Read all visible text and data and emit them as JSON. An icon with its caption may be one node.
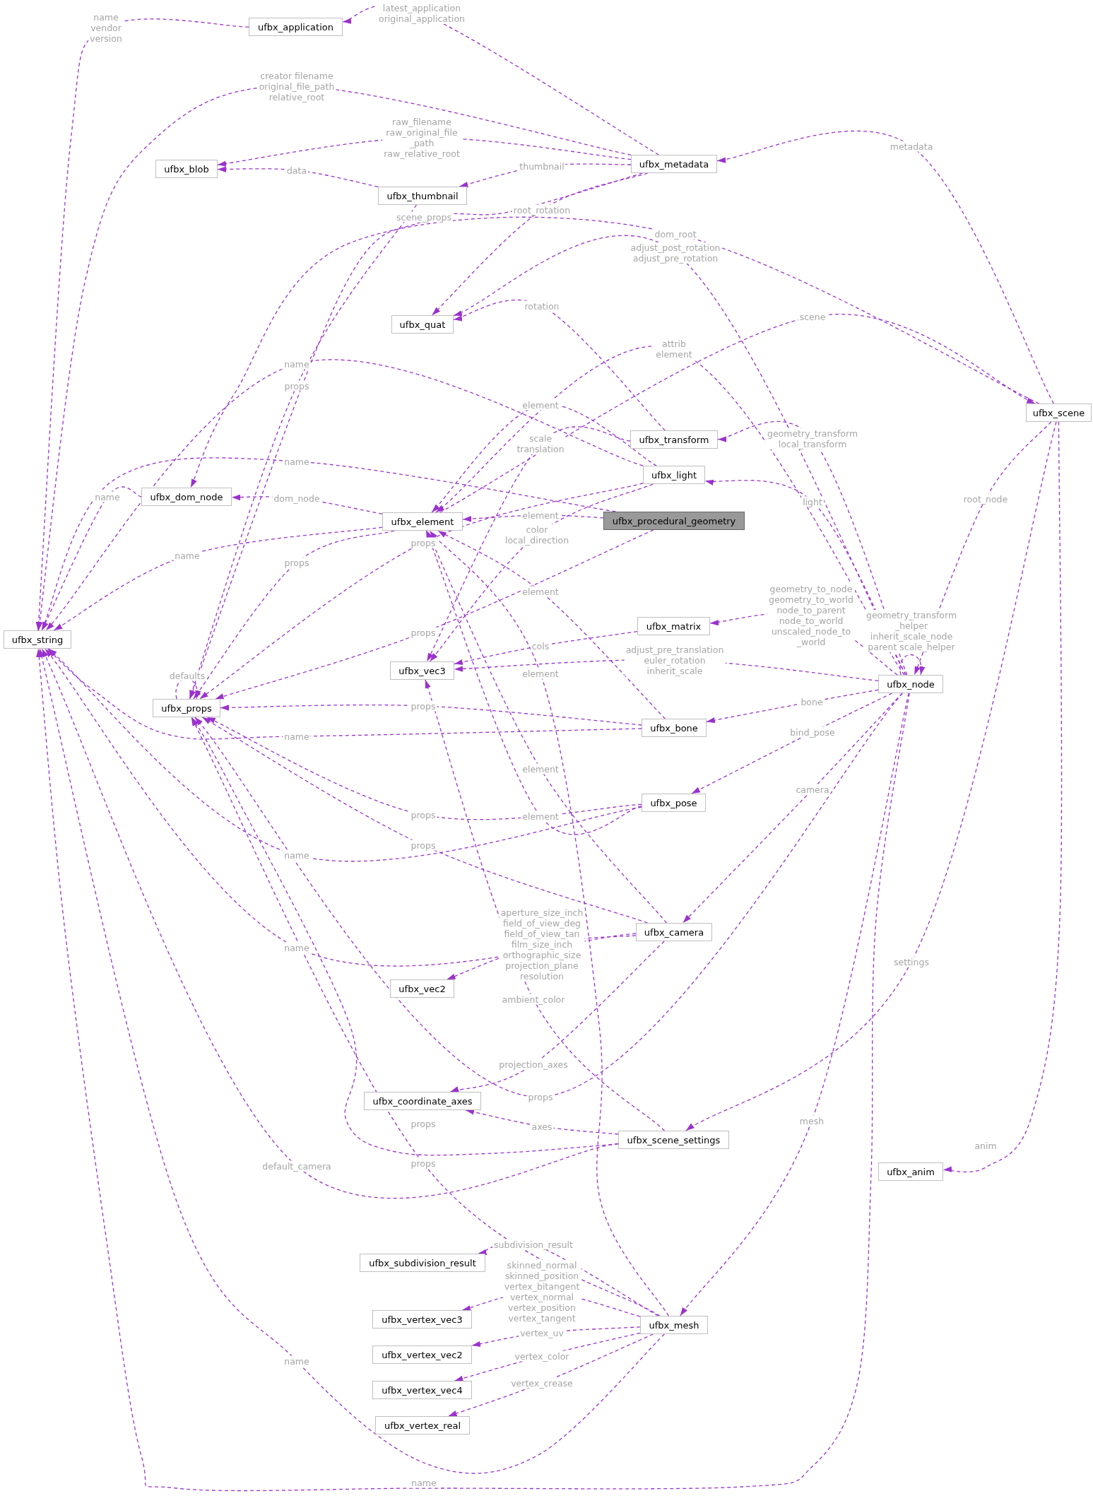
{
  "diagram": {
    "nodes": [
      {
        "text": [
          "ufbx_application"
        ]
      },
      {
        "text": [
          "ufbx_metadata"
        ]
      },
      {
        "text": [
          "ufbx_blob"
        ]
      },
      {
        "text": [
          "ufbx_thumbnail"
        ]
      },
      {
        "text": [
          "ufbx_quat"
        ]
      },
      {
        "text": [
          "ufbx_scene"
        ]
      },
      {
        "text": [
          "ufbx_transform"
        ]
      },
      {
        "text": [
          "ufbx_light"
        ]
      },
      {
        "text": [
          "ufbx_dom_node"
        ]
      },
      {
        "text": [
          "ufbx_element"
        ]
      },
      {
        "text": [
          "ufbx_procedural_geometry"
        ]
      },
      {
        "text": [
          "ufbx_string"
        ]
      },
      {
        "text": [
          "ufbx_matrix"
        ]
      },
      {
        "text": [
          "ufbx_vec3"
        ]
      },
      {
        "text": [
          "ufbx_node"
        ]
      },
      {
        "text": [
          "ufbx_props"
        ]
      },
      {
        "text": [
          "ufbx_bone"
        ]
      },
      {
        "text": [
          "ufbx_pose"
        ]
      },
      {
        "text": [
          "ufbx_camera"
        ]
      },
      {
        "text": [
          "ufbx_vec2"
        ]
      },
      {
        "text": [
          "ufbx_coordinate_axes"
        ]
      },
      {
        "text": [
          "ufbx_scene_settings"
        ]
      },
      {
        "text": [
          "ufbx_anim"
        ]
      },
      {
        "text": [
          "ufbx_subdivision_result"
        ]
      },
      {
        "text": [
          "ufbx_vertex_vec3"
        ]
      },
      {
        "text": [
          "ufbx_mesh"
        ]
      },
      {
        "text": [
          "ufbx_vertex_vec2"
        ]
      },
      {
        "text": [
          "ufbx_vertex_vec4"
        ]
      },
      {
        "text": [
          "ufbx_vertex_real"
        ]
      }
    ],
    "edges": [
      {
        "from": 0,
        "to": 11,
        "label": "name vendor version",
        "arrow": "to"
      },
      {
        "from": 1,
        "to": 0,
        "label": "latest_application original_application",
        "arrow": "to"
      },
      {
        "from": 1,
        "to": 11,
        "label": "creator filename original_file_path relative_root",
        "arrow": "to"
      },
      {
        "from": 1,
        "to": 2,
        "label": "raw_filename raw_original_file _path raw_relative_root",
        "arrow": "to"
      },
      {
        "from": 3,
        "to": 2,
        "label": "data",
        "arrow": "to"
      },
      {
        "from": 1,
        "to": 3,
        "label": "thumbnail",
        "arrow": "to"
      },
      {
        "from": 1,
        "to": 15,
        "label": "scene_props",
        "arrow": "to"
      },
      {
        "from": 1,
        "to": 4,
        "label": "root_rotation",
        "arrow": "to"
      },
      {
        "from": 3,
        "to": 15,
        "label": "props",
        "arrow": "to"
      },
      {
        "from": 5,
        "to": 1,
        "label": "metadata",
        "arrow": "to"
      },
      {
        "from": 5,
        "to": 8,
        "label": "dom_root",
        "arrow": "to"
      },
      {
        "from": 14,
        "to": 4,
        "label": "adjust_post_rotation adjust_pre_rotation",
        "arrow": "to"
      },
      {
        "from": 9,
        "to": 5,
        "label": "scene",
        "arrow": "to"
      },
      {
        "from": 14,
        "to": 9,
        "label": "attrib element",
        "arrow": "to"
      },
      {
        "from": 6,
        "to": 4,
        "label": "rotation",
        "arrow": "to"
      },
      {
        "from": 7,
        "to": 9,
        "label": "element",
        "arrow": "to"
      },
      {
        "from": 6,
        "to": 13,
        "label": "scale translation",
        "arrow": "to"
      },
      {
        "from": 7,
        "to": 11,
        "label": "name",
        "arrow": "to"
      },
      {
        "from": 10,
        "to": 11,
        "label": "name",
        "arrow": "to"
      },
      {
        "from": 14,
        "to": 6,
        "label": "geometry_transform local_transform",
        "arrow": "to"
      },
      {
        "from": 14,
        "to": 7,
        "label": "light",
        "arrow": "to"
      },
      {
        "from": 5,
        "to": 14,
        "label": "root_node",
        "arrow": "to"
      },
      {
        "from": 8,
        "to": 11,
        "label": "name",
        "arrow": "to"
      },
      {
        "from": 9,
        "to": 8,
        "label": "dom_node",
        "arrow": "to"
      },
      {
        "from": 10,
        "to": 9,
        "label": "element",
        "arrow": "to"
      },
      {
        "from": 7,
        "to": 13,
        "label": "color local_direction",
        "arrow": "to"
      },
      {
        "from": 9,
        "to": 11,
        "label": "name",
        "arrow": "to"
      },
      {
        "from": 9,
        "to": 15,
        "label": "props",
        "arrow": "to"
      },
      {
        "from": 7,
        "to": 15,
        "label": "props",
        "arrow": "to"
      },
      {
        "from": 10,
        "to": 15,
        "label": "props",
        "arrow": "to"
      },
      {
        "from": 14,
        "to": 12,
        "label": "geometry_to_node geometry_to_world node_to_parent node_to_world unscaled_node_to _world",
        "arrow": "to"
      },
      {
        "from": 14,
        "to": 14,
        "label": "geometry_transform _helper inherit_scale_node parent scale_helper",
        "arrow": "to"
      },
      {
        "from": 12,
        "to": 13,
        "label": "cols",
        "arrow": "to"
      },
      {
        "from": 16,
        "to": 9,
        "label": "element",
        "arrow": "to"
      },
      {
        "from": 14,
        "to": 13,
        "label": "adjust_pre_translation euler_rotation inherit_scale",
        "arrow": "to"
      },
      {
        "from": 25,
        "to": 9,
        "label": "element",
        "arrow": "to"
      },
      {
        "from": 15,
        "to": 15,
        "label": "defaults",
        "arrow": "to"
      },
      {
        "from": 16,
        "to": 15,
        "label": "props",
        "arrow": "to"
      },
      {
        "from": 14,
        "to": 16,
        "label": "bone",
        "arrow": "to"
      },
      {
        "from": 16,
        "to": 11,
        "label": "name",
        "arrow": "to"
      },
      {
        "from": 14,
        "to": 17,
        "label": "bind_pose",
        "arrow": "to"
      },
      {
        "from": 17,
        "to": 9,
        "label": "element",
        "arrow": "to"
      },
      {
        "from": 17,
        "to": 15,
        "label": "props",
        "arrow": "to"
      },
      {
        "from": 17,
        "to": 11,
        "label": "name",
        "arrow": "to"
      },
      {
        "from": 18,
        "to": 15,
        "label": "props",
        "arrow": "to"
      },
      {
        "from": 14,
        "to": 18,
        "label": "camera",
        "arrow": "to"
      },
      {
        "from": 18,
        "to": 9,
        "label": "element",
        "arrow": "to"
      },
      {
        "from": 18,
        "to": 11,
        "label": "name",
        "arrow": "to"
      },
      {
        "from": 18,
        "to": 19,
        "label": "aperture_size_inch field_of_view_deg field_of_view_tan film_size_inch orthographic_size projection_plane resolution",
        "arrow": "to"
      },
      {
        "from": 21,
        "to": 13,
        "label": "ambient_color",
        "arrow": "to"
      },
      {
        "from": 18,
        "to": 20,
        "label": "projection_axes",
        "arrow": "to"
      },
      {
        "from": 14,
        "to": 15,
        "label": "props",
        "arrow": "to"
      },
      {
        "from": 21,
        "to": 20,
        "label": "axes",
        "arrow": "to"
      },
      {
        "from": 21,
        "to": 15,
        "label": "props",
        "arrow": "to"
      },
      {
        "from": 21,
        "to": 11,
        "label": "default_camera",
        "arrow": "to"
      },
      {
        "from": 25,
        "to": 15,
        "label": "props",
        "arrow": "to"
      },
      {
        "from": 5,
        "to": 21,
        "label": "settings",
        "arrow": "to"
      },
      {
        "from": 14,
        "to": 25,
        "label": "mesh",
        "arrow": "to"
      },
      {
        "from": 5,
        "to": 22,
        "label": "anim",
        "arrow": "to"
      },
      {
        "from": 25,
        "to": 23,
        "label": "subdivision_result",
        "arrow": "to"
      },
      {
        "from": 25,
        "to": 24,
        "label": "skinned_normal skinned_position vertex_bitangent vertex_normal vertex_position vertex_tangent",
        "arrow": "to"
      },
      {
        "from": 25,
        "to": 26,
        "label": "vertex_uv",
        "arrow": "to"
      },
      {
        "from": 25,
        "to": 27,
        "label": "vertex_color",
        "arrow": "to"
      },
      {
        "from": 25,
        "to": 28,
        "label": "vertex_crease",
        "arrow": "to"
      },
      {
        "from": 25,
        "to": 11,
        "label": "name",
        "arrow": "to"
      },
      {
        "from": 14,
        "to": 11,
        "label": "name",
        "arrow": "to"
      }
    ]
  }
}
